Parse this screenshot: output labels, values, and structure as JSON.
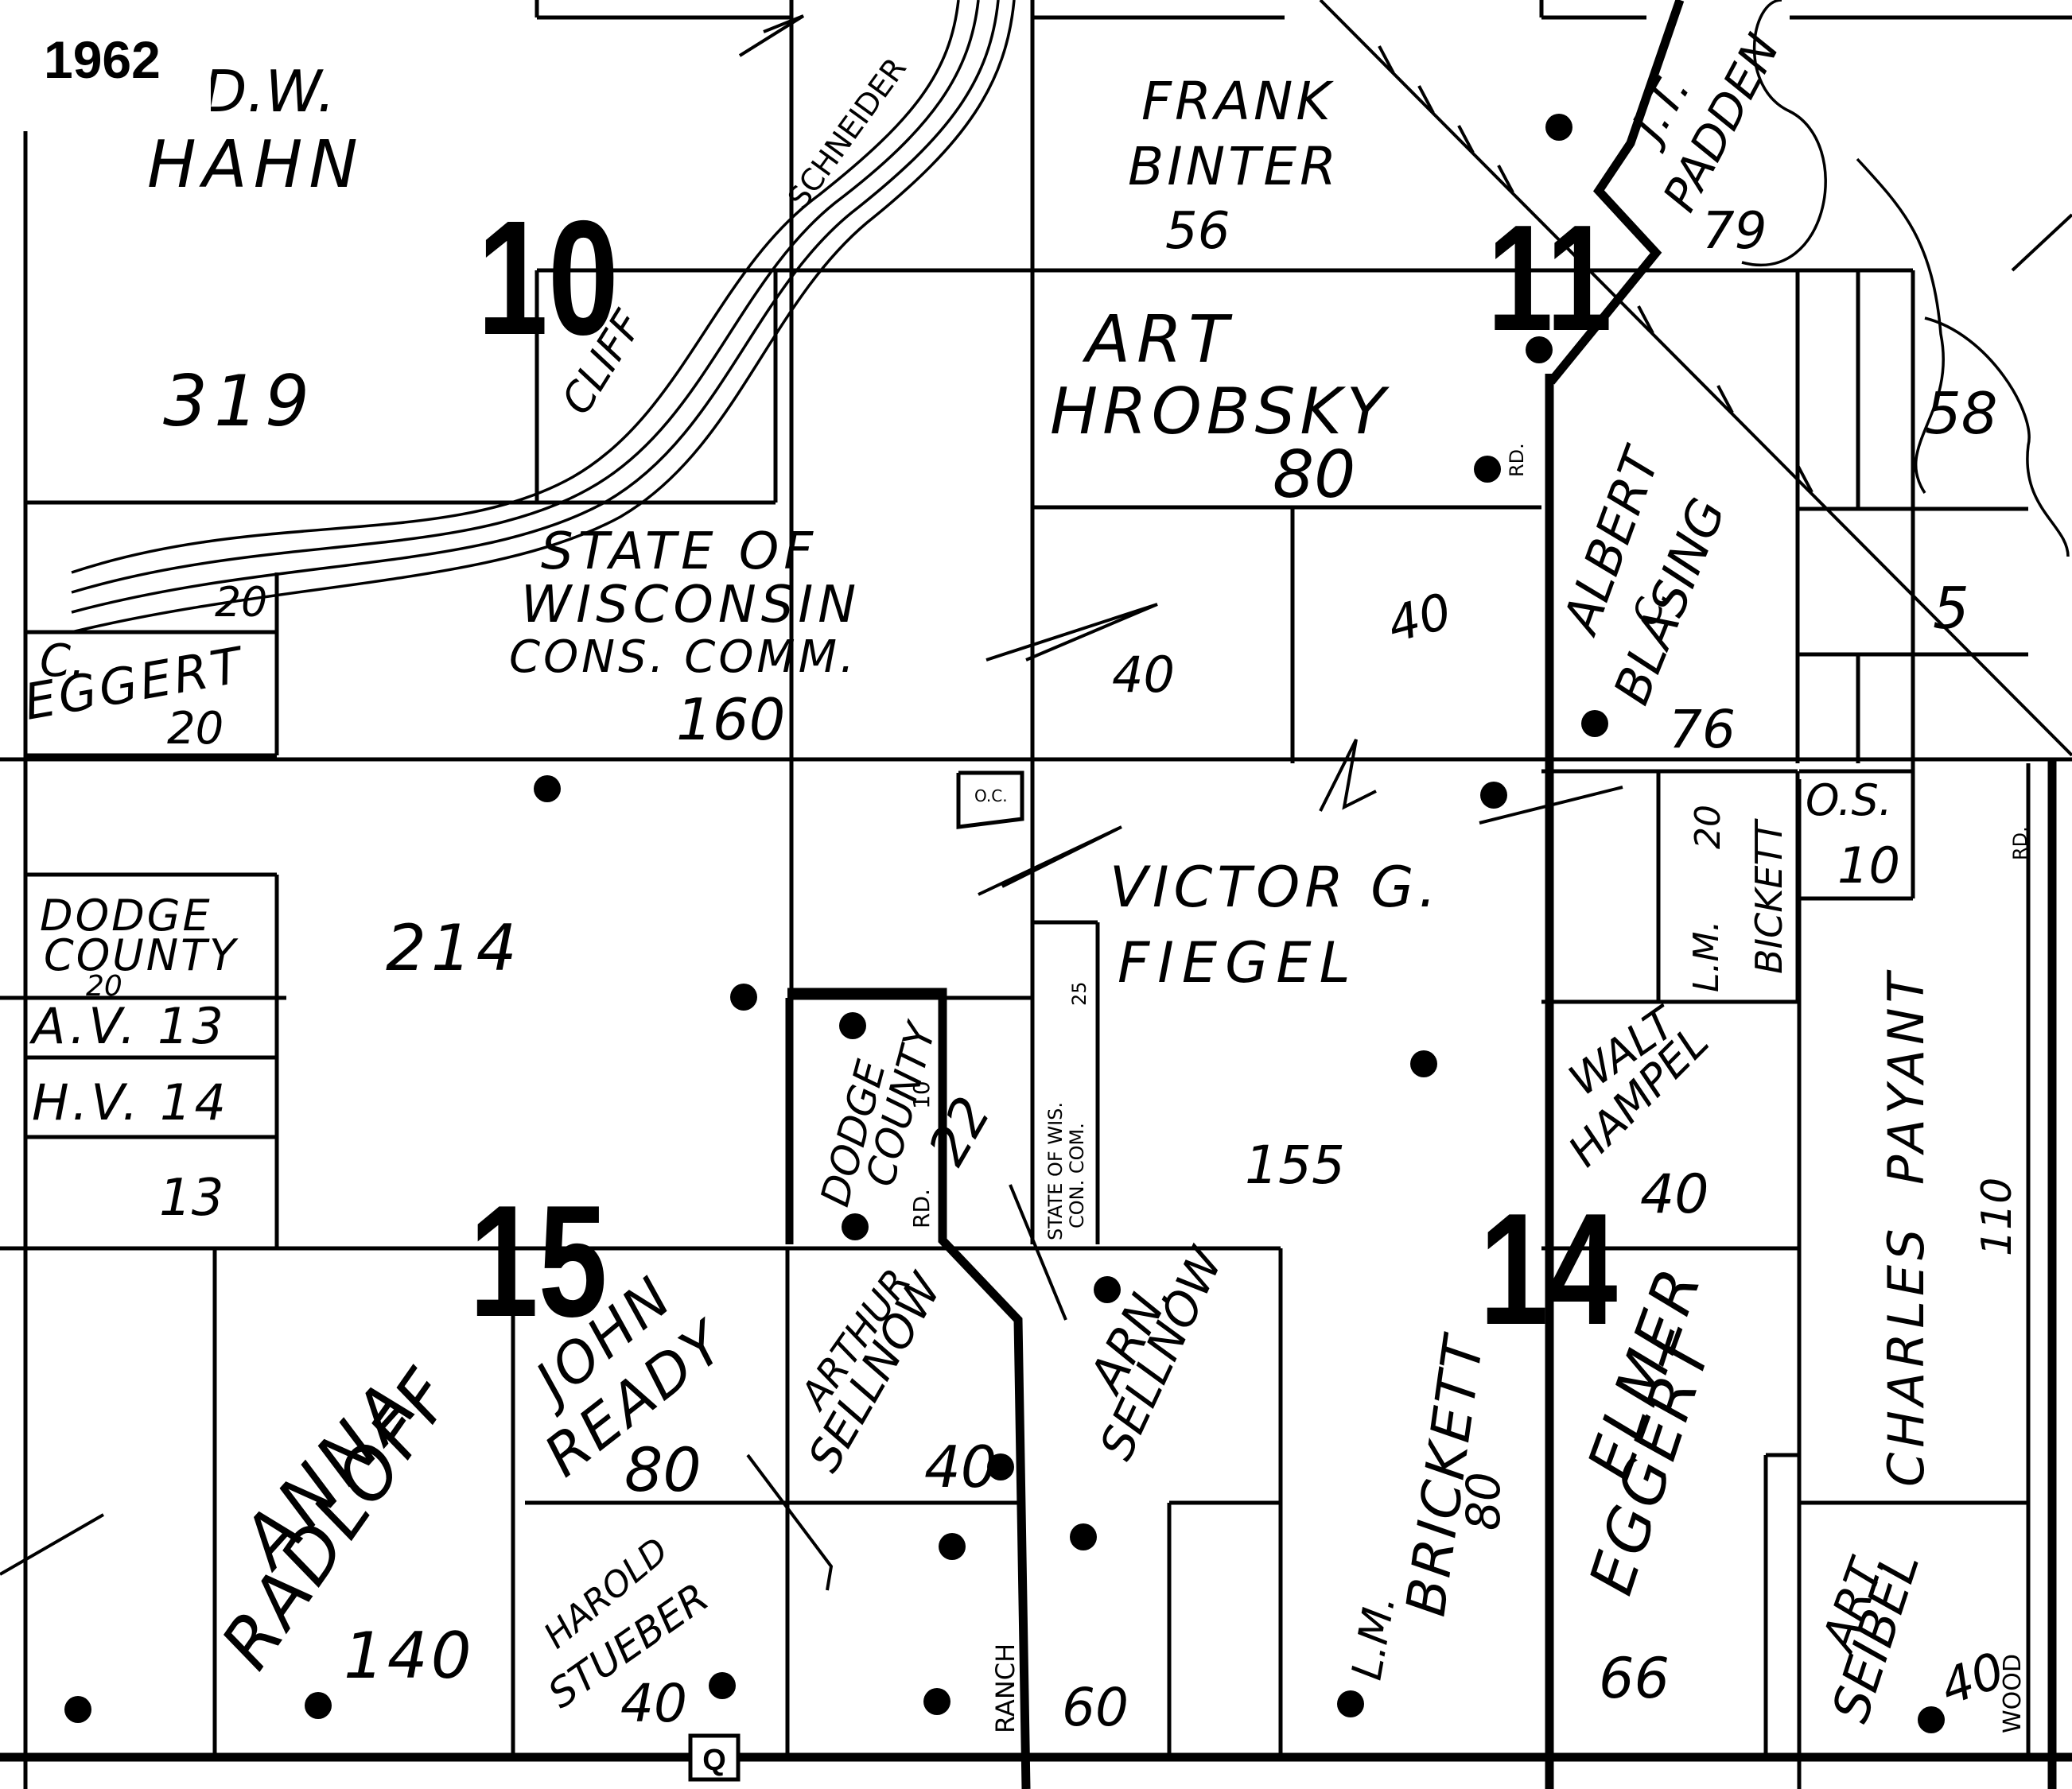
{
  "year": "1962",
  "sections": [
    "10",
    "11",
    "15",
    "14"
  ],
  "road_marker": "Q",
  "parcels": {
    "hahn": {
      "line1": "D.W.",
      "line2": "HAHN",
      "acres": "319"
    },
    "schneider": "SCHNEIDER",
    "cliff": "CLIFF",
    "binter": {
      "line1": "FRANK",
      "line2": "BINTER",
      "acres": "56"
    },
    "padden": {
      "line1": "J.T.",
      "line2": "PADDEN",
      "acres": "79"
    },
    "hrobsky": {
      "line1": "ART",
      "line2": "HROBSKY",
      "acres": "80"
    },
    "state": {
      "line1": "STATE OF",
      "line2": "WISCONSIN",
      "line3": "CONS. COMM.",
      "acres": "160"
    },
    "eggert_c": {
      "acres_top": "20",
      "line1": "C.",
      "line2": "EGGERT",
      "acres": "20"
    },
    "p40a": "40",
    "p40b": "40",
    "blasing": {
      "line1": "ALBERT",
      "line2": "C.",
      "line3": "BLASING",
      "acres": "76"
    },
    "p58": "58",
    "p5": "5",
    "p214": "214",
    "dodge_county": {
      "line1": "DODGE",
      "line2": "COUNTY",
      "acres": "20"
    },
    "av": "A.V. 13",
    "hv": "H.V. 14",
    "p13": "13",
    "fiegel": {
      "line1": "VICTOR G.",
      "line2": "FIEGEL",
      "acres": "155"
    },
    "bickett": {
      "acres": "20",
      "line1": "L.M.",
      "line2": "BICKETT"
    },
    "os": {
      "line1": "O.S.",
      "acres": "10"
    },
    "dodge_rd": {
      "line1": "DODGE",
      "line2": "COUNTY",
      "line3": "RD.",
      "acres": "10",
      "acres2": "22"
    },
    "state_wis_small": {
      "line1": "STATE OF WIS.",
      "line2": "CON. COM.",
      "acres": "25"
    },
    "hampel": {
      "line1": "WALT",
      "line2": "HAMPEL",
      "acres": "40"
    },
    "payant": {
      "line1": "CHARLES",
      "line2": "PAYANT",
      "acres": "110"
    },
    "radloff": {
      "line1": "ANNA",
      "line2": "RADLOFF",
      "acres": "140"
    },
    "ready": {
      "line1": "JOHN",
      "line2": "READY",
      "acres": "80"
    },
    "arthur_sellnow": {
      "line1": "ARTHUR",
      "line2": "SELLNOW",
      "acres": "40"
    },
    "arn_sellnow": {
      "line1": "ARN.",
      "line2": "SELLNOW"
    },
    "brickett": {
      "line1": "L.M.",
      "line2": "BRICKETT",
      "acres": "80"
    },
    "elmer_eggert": {
      "line1": "ELMER",
      "line2": "EGGERT",
      "acres": "66"
    },
    "stueber": {
      "line1": "HAROLD",
      "line2": "STUEBER",
      "acres": "40"
    },
    "ranch": {
      "label": "RANCH",
      "acres": "60"
    },
    "seibel": {
      "line1": "ART.",
      "line2": "SEIBEL",
      "acres": "40"
    },
    "wood": "WOOD",
    "rd_labels": {
      "hrobsky": "RD.",
      "os": "RD.",
      "oc": "O.C."
    }
  }
}
